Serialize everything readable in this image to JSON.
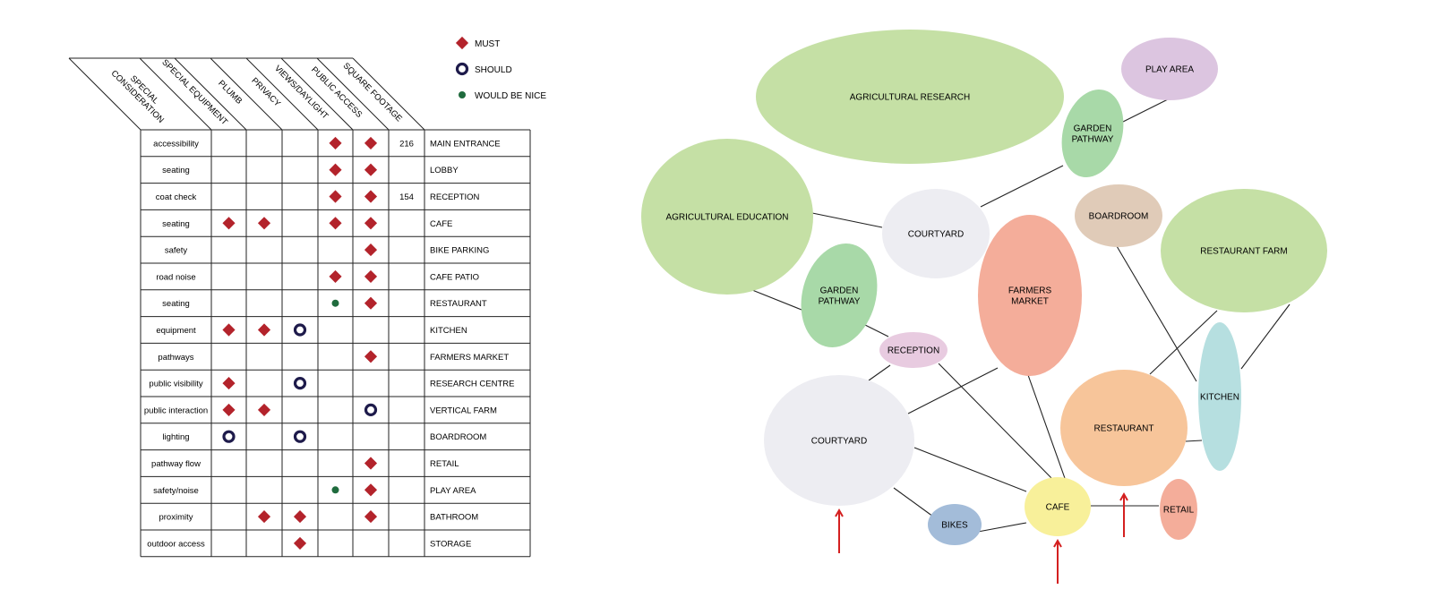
{
  "legend": [
    {
      "key": "must",
      "label": "MUST"
    },
    {
      "key": "should",
      "label": "SHOULD"
    },
    {
      "key": "nice",
      "label": "WOULD BE NICE"
    }
  ],
  "matrix": {
    "columns": [
      "SPECIAL CONSIDERATION",
      "SPECIAL EQUIPMENT",
      "PLUMB",
      "PRIVACY",
      "VIEWS/DAYLIGHT",
      "PUBLIC ACCESS",
      "SQUARE FOOTAGE"
    ],
    "rows": [
      {
        "consideration": "accessibility",
        "space": "MAIN ENTRANCE",
        "sqft": "216",
        "marks": {
          "3": "must",
          "4": "must"
        }
      },
      {
        "consideration": "seating",
        "space": "LOBBY",
        "sqft": "",
        "marks": {
          "3": "must",
          "4": "must"
        }
      },
      {
        "consideration": "coat check",
        "space": "RECEPTION",
        "sqft": "154",
        "marks": {
          "3": "must",
          "4": "must"
        }
      },
      {
        "consideration": "seating",
        "space": "CAFE",
        "sqft": "",
        "marks": {
          "0": "must",
          "1": "must",
          "3": "must",
          "4": "must"
        }
      },
      {
        "consideration": "safety",
        "space": "BIKE PARKING",
        "sqft": "",
        "marks": {
          "4": "must"
        }
      },
      {
        "consideration": "road noise",
        "space": "CAFE PATIO",
        "sqft": "",
        "marks": {
          "3": "must",
          "4": "must"
        }
      },
      {
        "consideration": "seating",
        "space": "RESTAURANT",
        "sqft": "",
        "marks": {
          "3": "nice",
          "4": "must"
        }
      },
      {
        "consideration": "equipment",
        "space": "KITCHEN",
        "sqft": "",
        "marks": {
          "0": "must",
          "1": "must",
          "2": "should"
        }
      },
      {
        "consideration": "pathways",
        "space": "FARMERS MARKET",
        "sqft": "",
        "marks": {
          "4": "must"
        }
      },
      {
        "consideration": "public visibility",
        "space": "RESEARCH CENTRE",
        "sqft": "",
        "marks": {
          "0": "must",
          "2": "should"
        }
      },
      {
        "consideration": "public interaction",
        "space": "VERTICAL FARM",
        "sqft": "",
        "marks": {
          "0": "must",
          "1": "must",
          "4": "should"
        }
      },
      {
        "consideration": "lighting",
        "space": "BOARDROOM",
        "sqft": "",
        "marks": {
          "0": "should",
          "2": "should"
        }
      },
      {
        "consideration": "pathway flow",
        "space": "RETAIL",
        "sqft": "",
        "marks": {
          "4": "must"
        }
      },
      {
        "consideration": "safety/noise",
        "space": "PLAY AREA",
        "sqft": "",
        "marks": {
          "3": "nice",
          "4": "must"
        }
      },
      {
        "consideration": "proximity",
        "space": "BATHROOM",
        "sqft": "",
        "marks": {
          "1": "must",
          "2": "must",
          "4": "must"
        }
      },
      {
        "consideration": "outdoor access",
        "space": "STORAGE",
        "sqft": "",
        "marks": {
          "2": "must"
        }
      }
    ]
  },
  "bubbles": [
    {
      "id": "ag-research",
      "label": [
        "AGRICULTURAL RESEARCH"
      ],
      "color": "#c5e0a5"
    },
    {
      "id": "play-area",
      "label": [
        "PLAY AREA"
      ],
      "color": "#dcc5e0"
    },
    {
      "id": "garden-pathway-1",
      "label": [
        "GARDEN",
        "PATHWAY"
      ],
      "color": "#a8d9a8"
    },
    {
      "id": "ag-education",
      "label": [
        "AGRICULTURAL EDUCATION"
      ],
      "color": "#c5e0a5"
    },
    {
      "id": "courtyard-1",
      "label": [
        "COURTYARD"
      ],
      "color": "#ededf2"
    },
    {
      "id": "boardroom",
      "label": [
        "BOARDROOM"
      ],
      "color": "#e0cbb8"
    },
    {
      "id": "restaurant-farm",
      "label": [
        "RESTAURANT FARM"
      ],
      "color": "#c5e0a5"
    },
    {
      "id": "garden-pathway-2",
      "label": [
        "GARDEN",
        "PATHWAY"
      ],
      "color": "#a8d9a8"
    },
    {
      "id": "farmers-market",
      "label": [
        "FARMERS",
        "MARKET"
      ],
      "color": "#f4ad9a"
    },
    {
      "id": "reception",
      "label": [
        "RECEPTION"
      ],
      "color": "#e8cbe0"
    },
    {
      "id": "kitchen",
      "label": [
        "KITCHEN"
      ],
      "color": "#b6dfe0"
    },
    {
      "id": "restaurant",
      "label": [
        "RESTAURANT"
      ],
      "color": "#f7c59a"
    },
    {
      "id": "courtyard-2",
      "label": [
        "COURTYARD"
      ],
      "color": "#ededf2"
    },
    {
      "id": "bikes",
      "label": [
        "BIKES"
      ],
      "color": "#a3bcd9"
    },
    {
      "id": "cafe",
      "label": [
        "CAFE"
      ],
      "color": "#f8f09a"
    },
    {
      "id": "retail",
      "label": [
        "RETAIL"
      ],
      "color": "#f4ad9a"
    }
  ],
  "colors": {
    "must": "#b3232b",
    "should": "#1e1b4b",
    "nice": "#1f6b3d",
    "arrow": "#d42020",
    "line": "#222222"
  }
}
